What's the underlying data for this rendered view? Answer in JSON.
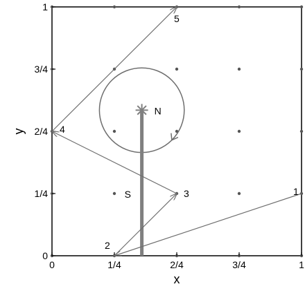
{
  "chart_data": {
    "type": "diagram",
    "x_axis": {
      "label": "x",
      "range": [
        0,
        1
      ],
      "ticks": [
        {
          "value": 0,
          "label": "0"
        },
        {
          "value": 0.25,
          "label": "1/4"
        },
        {
          "value": 0.5,
          "label": "2/4"
        },
        {
          "value": 0.75,
          "label": "3/4"
        },
        {
          "value": 1,
          "label": "1"
        }
      ]
    },
    "y_axis": {
      "label": "y",
      "range": [
        0,
        1
      ],
      "ticks": [
        {
          "value": 0,
          "label": "0"
        },
        {
          "value": 0.25,
          "label": "1/4"
        },
        {
          "value": 0.5,
          "label": "2/4"
        },
        {
          "value": 0.75,
          "label": "3/4"
        },
        {
          "value": 1,
          "label": "1"
        }
      ]
    },
    "grid_dots": [
      0,
      0.25,
      0.5,
      0.75,
      1
    ],
    "path_points": [
      {
        "label": "1",
        "x": 1,
        "y": 0.25
      },
      {
        "label": "2",
        "x": 0.25,
        "y": 0
      },
      {
        "label": "3",
        "x": 0.5,
        "y": 0.25
      },
      {
        "label": "4",
        "x": 0,
        "y": 0.5
      },
      {
        "label": "5",
        "x": 0.5,
        "y": 1
      }
    ],
    "north_point": {
      "label": "N",
      "x": 0.36,
      "y": 0.585
    },
    "south_segment": {
      "label": "S",
      "x": 0.36,
      "y_from": 0,
      "y_to": 0.585
    },
    "circle": {
      "center_x": 0.36,
      "center_y": 0.585,
      "radius": 0.17
    },
    "colors": {
      "frame": "#000000",
      "line": "#6e6e6e",
      "stick": "#808080",
      "dot": "#555555"
    }
  }
}
